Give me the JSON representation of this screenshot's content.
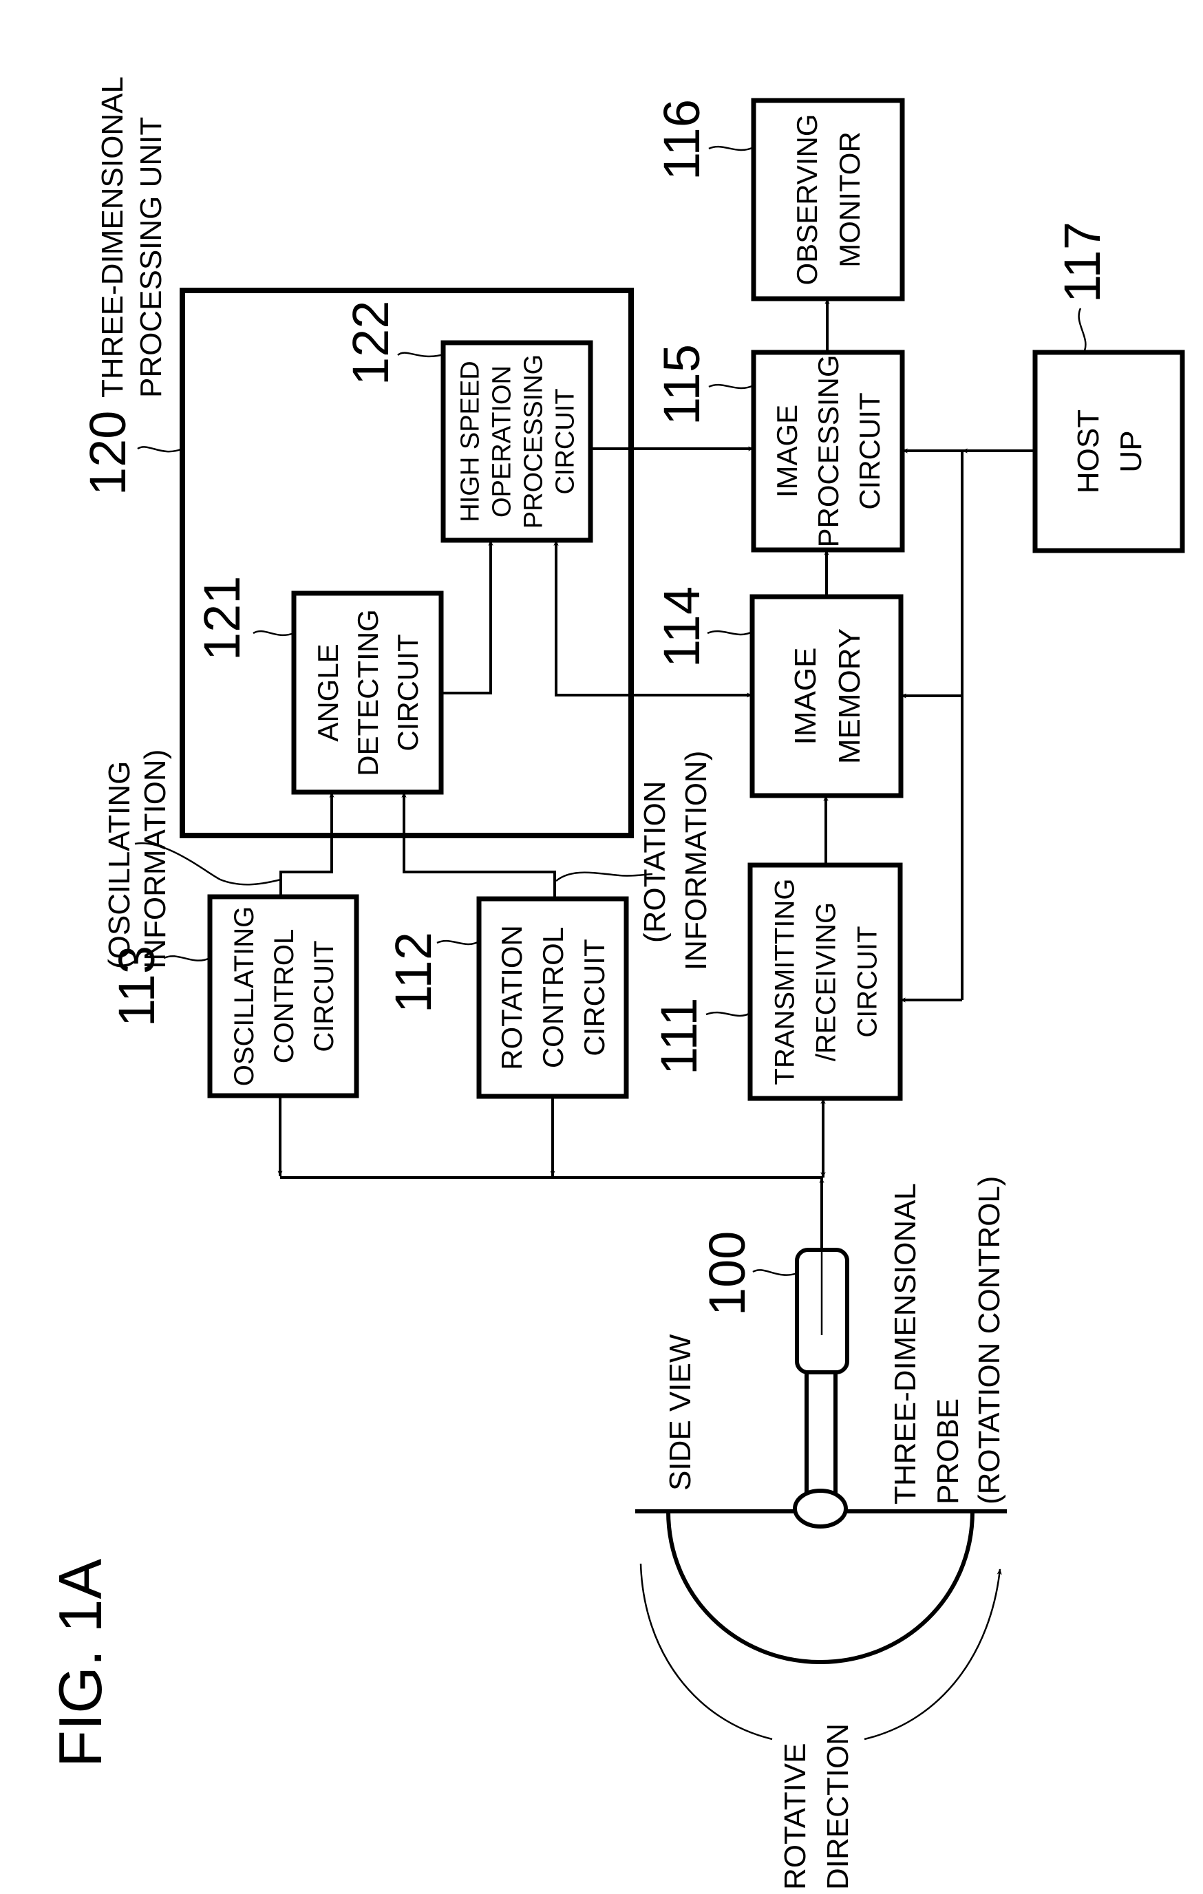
{
  "figure": {
    "title": "FIG. 1A"
  },
  "units": {
    "three_d_unit": {
      "ref": "120",
      "line1": "THREE-DIMENSIONAL",
      "line2": "PROCESSING UNIT"
    }
  },
  "blocks": {
    "hsop": {
      "ref": "122",
      "lines": [
        "HIGH SPEED",
        "OPERATION",
        "PROCESSING",
        "CIRCUIT"
      ]
    },
    "angle": {
      "ref": "121",
      "lines": [
        "ANGLE",
        "DETECTING",
        "CIRCUIT"
      ]
    },
    "monitor": {
      "ref": "116",
      "lines": [
        "OBSERVING",
        "MONITOR"
      ]
    },
    "imgproc": {
      "ref": "115",
      "lines": [
        "IMAGE",
        "PROCESSING",
        "CIRCUIT"
      ]
    },
    "memory": {
      "ref": "114",
      "lines": [
        "IMAGE",
        "MEMORY"
      ]
    },
    "transrecv": {
      "ref": "111",
      "lines": [
        "TRANSMITTING",
        "/RECEIVING",
        "CIRCUIT"
      ]
    },
    "host": {
      "ref": "117",
      "lines": [
        "HOST",
        "UP"
      ]
    },
    "oscctrl": {
      "ref": "113",
      "lines": [
        "OSCILLATING",
        "CONTROL",
        "CIRCUIT"
      ]
    },
    "rotctrl": {
      "ref": "112",
      "lines": [
        "ROTATION",
        "CONTROL",
        "CIRCUIT"
      ]
    }
  },
  "annotations": {
    "osc_info": [
      "(OSCILLATING",
      "INFORMATION)"
    ],
    "rot_info": [
      "(ROTATION",
      "INFORMATION)"
    ]
  },
  "probe": {
    "ref": "100",
    "side_view": "SIDE VIEW",
    "name_lines": [
      "THREE-DIMENSIONAL",
      "PROBE",
      "(ROTATION CONTROL)"
    ],
    "rotative_lines": [
      "ROTATIVE",
      "DIRECTION"
    ]
  }
}
